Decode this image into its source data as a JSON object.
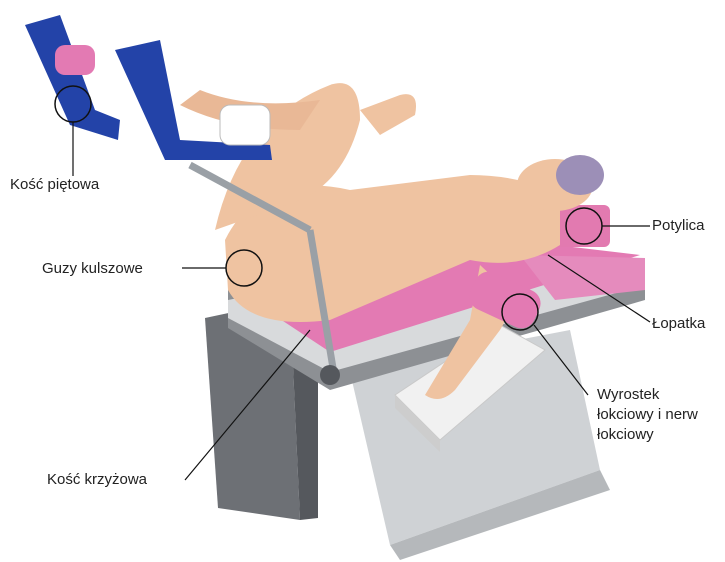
{
  "labels": {
    "heel": "Kość piętowa",
    "ischial": "Guzy kulszowe",
    "sacrum": "Kość krzyżowa",
    "occiput": "Potylica",
    "scapula": "Łopatka",
    "elbow_line1": "Wyrostek",
    "elbow_line2": "łokciowy i nerw",
    "elbow_line3": "łokciowy"
  },
  "colors": {
    "skin": "#efc3a1",
    "skin_shadow": "#d9a07e",
    "stirrup": "#2343a8",
    "pad_pink": "#e37ab3",
    "table_gray": "#8d9094",
    "table_light": "#d8dadc",
    "pole": "#9aa0a6",
    "cap": "#9c8fb7",
    "circle": "#111111"
  },
  "icons": [
    "pressure-point-circle",
    "leader-line"
  ]
}
